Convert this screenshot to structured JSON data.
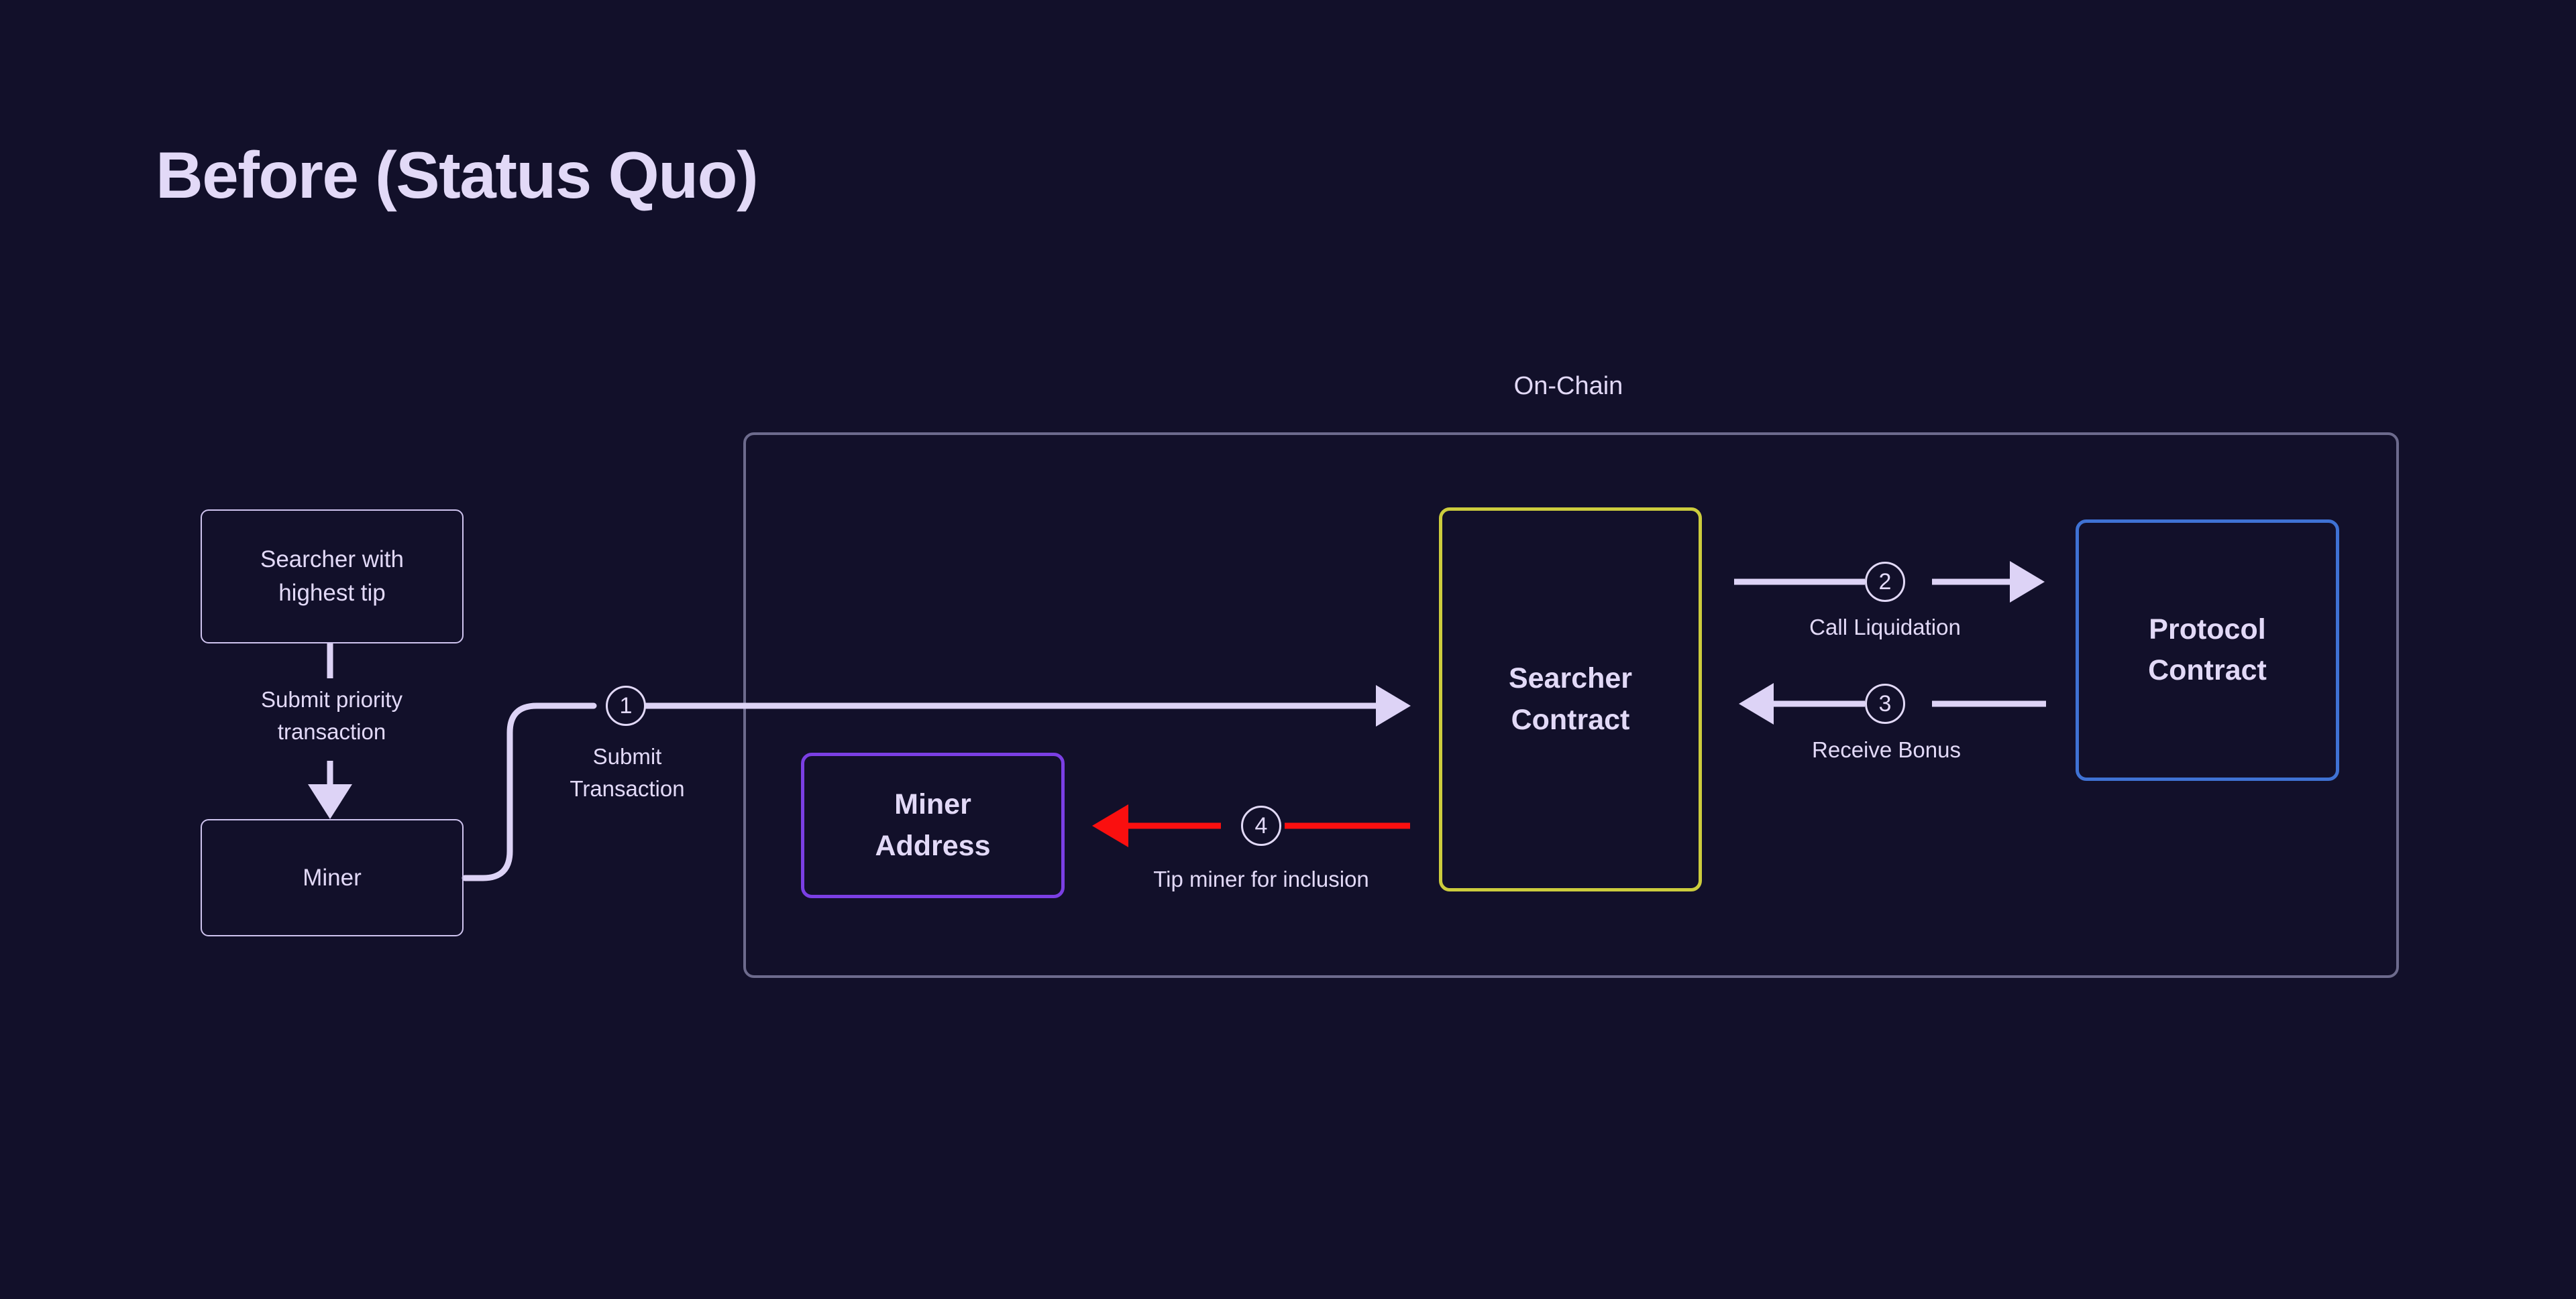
{
  "page": {
    "title": "Before (Status Quo)",
    "background_color": "#12102a",
    "text_color": "#e2d9f7"
  },
  "onchain_group": {
    "label": "On-Chain",
    "border_color": "#6d6b8d"
  },
  "nodes": [
    {
      "id": "searcher-with-highest-tip",
      "label": "Searcher with\nhighest tip",
      "border_color": "#cfc4ef",
      "style": "plain"
    },
    {
      "id": "miner",
      "label": "Miner",
      "border_color": "#cfc4ef",
      "style": "plain"
    },
    {
      "id": "miner-address",
      "label": "Miner\nAddress",
      "border_color": "#7b3fe4",
      "style": "accent"
    },
    {
      "id": "searcher-contract",
      "label": "Searcher\nContract",
      "border_color": "#cccc3d",
      "style": "accent"
    },
    {
      "id": "protocol-contract",
      "label": "Protocol\nContract",
      "border_color": "#3f72d4",
      "style": "accent"
    }
  ],
  "edges": [
    {
      "id": "submit-priority-transaction",
      "label": "Submit priority\ntransaction",
      "from": "searcher-with-highest-tip",
      "to": "miner",
      "color": "#ddd3f6",
      "step": null
    },
    {
      "id": "submit-transaction",
      "label": "Submit\nTransaction",
      "from": "miner",
      "to": "searcher-contract",
      "color": "#ddd3f6",
      "step": "1"
    },
    {
      "id": "call-liquidation",
      "label": "Call Liquidation",
      "from": "searcher-contract",
      "to": "protocol-contract",
      "color": "#ddd3f6",
      "step": "2"
    },
    {
      "id": "receive-bonus",
      "label": "Receive Bonus",
      "from": "protocol-contract",
      "to": "searcher-contract",
      "color": "#ddd3f6",
      "step": "3"
    },
    {
      "id": "tip-miner-for-inclusion",
      "label": "Tip miner for inclusion",
      "from": "searcher-contract",
      "to": "miner-address",
      "color": "#fa0f0f",
      "step": "4"
    }
  ]
}
